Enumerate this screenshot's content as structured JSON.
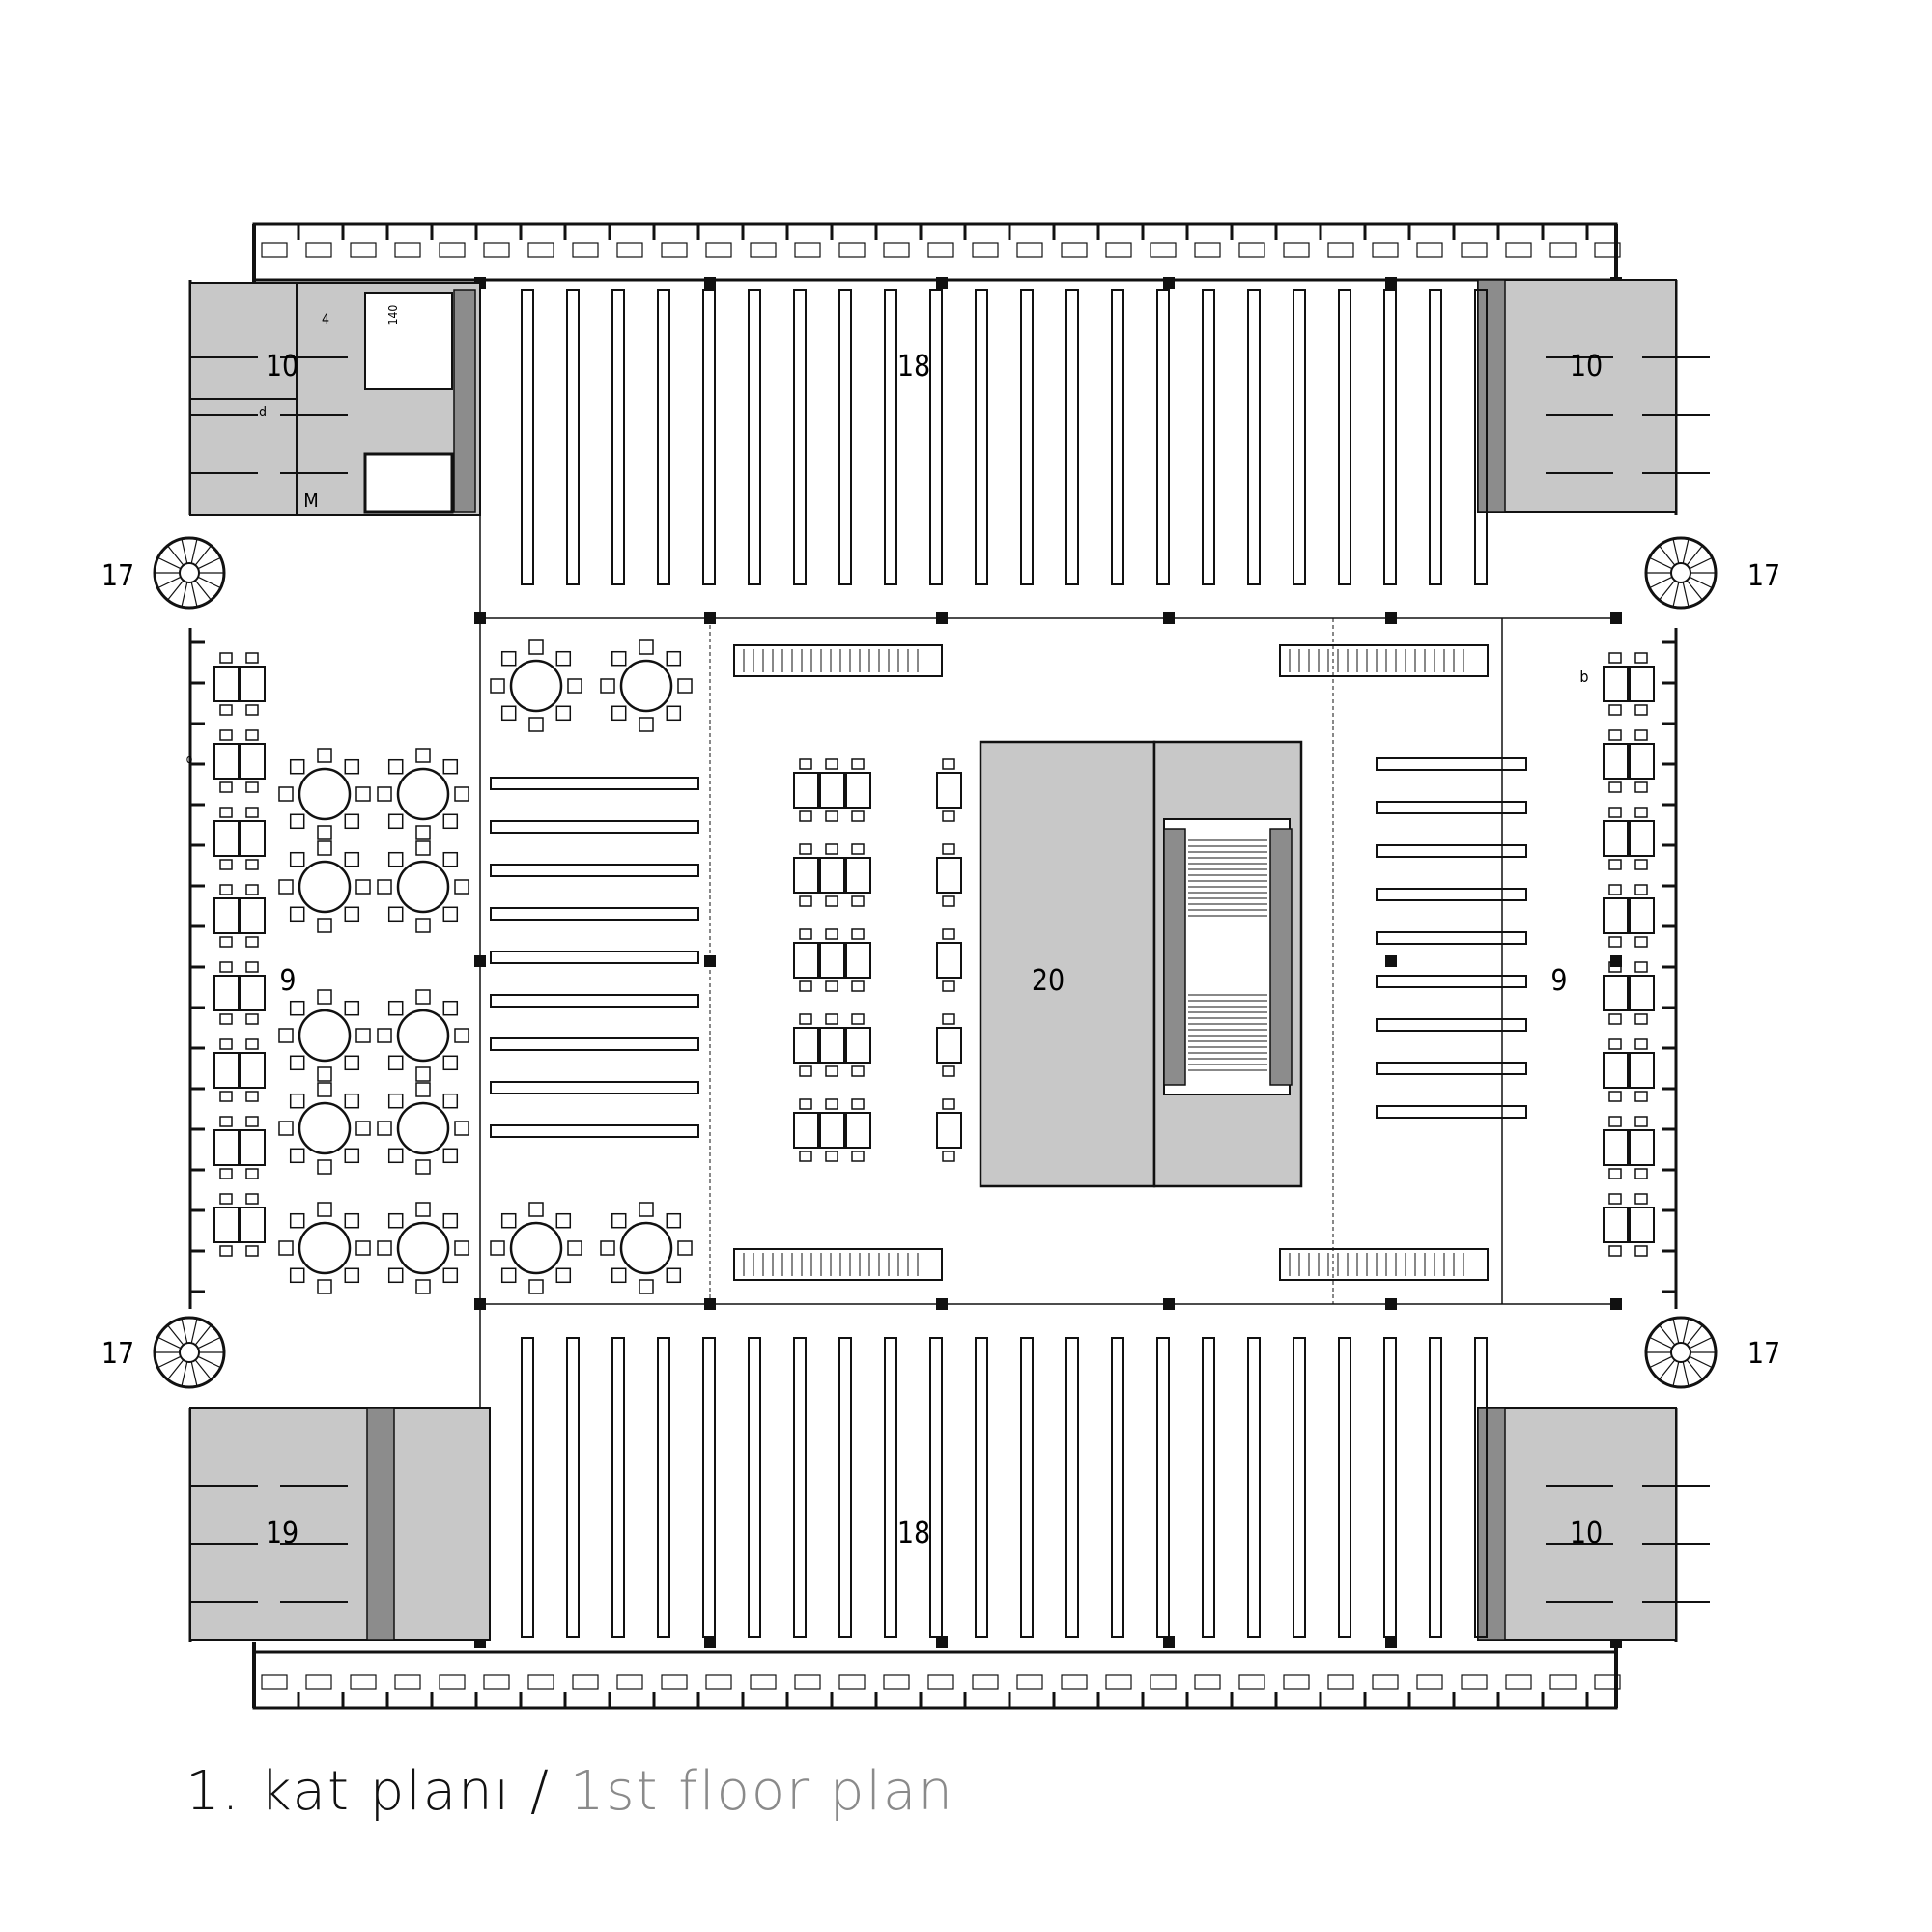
{
  "colors": {
    "line": "#111111",
    "fill_grey": "#c8c8c8",
    "fill_dark": "#8c8c8c",
    "caption_en": "#8a8a8a"
  },
  "labels": {
    "stair_nw": "17",
    "stair_ne": "17",
    "stair_sw": "17",
    "stair_se": "17",
    "wc_nw": "10",
    "wc_ne": "10",
    "wc_se": "10",
    "wc_sw": "19",
    "stacks_north": "18",
    "stacks_south": "18",
    "reading_west": "9",
    "reading_east": "9",
    "atrium": "20"
  },
  "small_marks": {
    "m_office": "M",
    "d_office": "d",
    "b_east": "b",
    "o_west": "o",
    "elev_number": "4",
    "dim_140": "140"
  },
  "caption": {
    "tr": "1. kat planı",
    "sep": "/",
    "en": "1st floor plan"
  }
}
